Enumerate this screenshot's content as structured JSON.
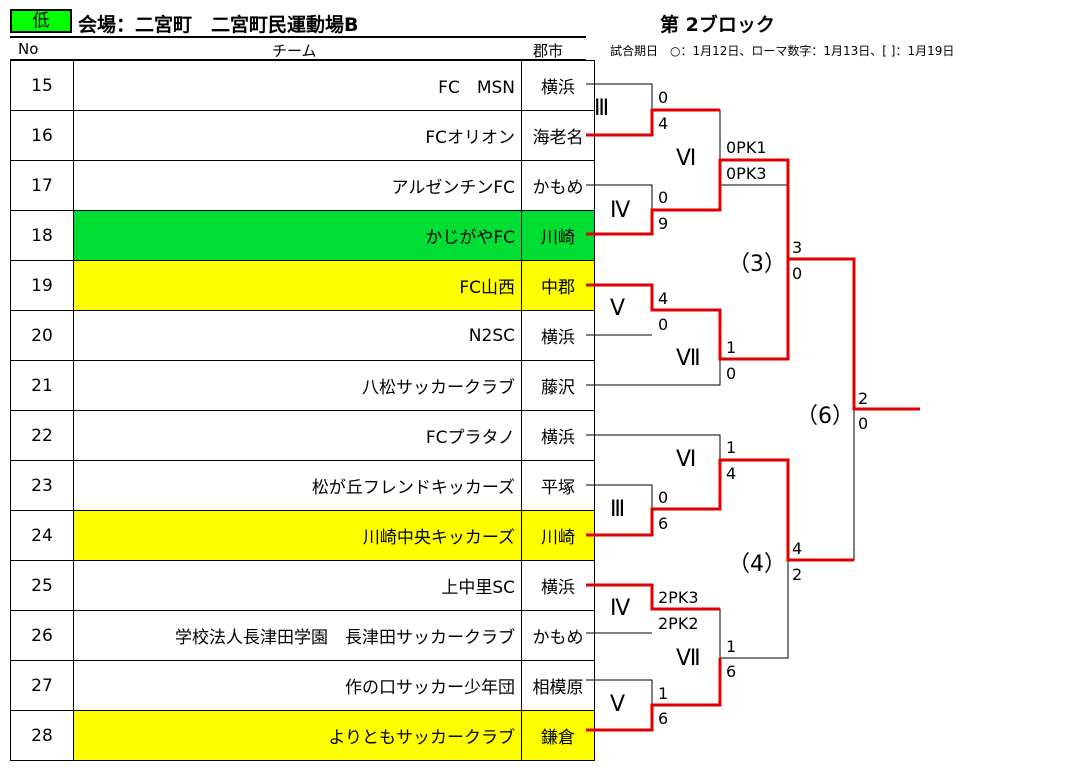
{
  "header": {
    "badge": "低",
    "venue": "会場：二宮町　二宮町民運動場B",
    "block": "第 2ブロック",
    "legend": "試合期日　○：1月12日、ローマ数字：1月13日、[ ]：1月19日",
    "col_no": "No",
    "col_team": "チーム",
    "col_city": "郡市"
  },
  "colors": {
    "green": "#00dd33",
    "yellow": "#ffff00",
    "bracket_red": "#e00000"
  },
  "teams": [
    {
      "no": "15",
      "name": "FC　MSN",
      "city": "横浜",
      "hl": ""
    },
    {
      "no": "16",
      "name": "FCオリオン",
      "city": "海老名",
      "hl": ""
    },
    {
      "no": "17",
      "name": "アルゼンチンFC",
      "city": "かもめ",
      "hl": ""
    },
    {
      "no": "18",
      "name": "かじがやFC",
      "city": "川崎",
      "hl": "green"
    },
    {
      "no": "19",
      "name": "FC山西",
      "city": "中郡",
      "hl": "yellow"
    },
    {
      "no": "20",
      "name": "N2SC",
      "city": "横浜",
      "hl": ""
    },
    {
      "no": "21",
      "name": "八松サッカークラブ",
      "city": "藤沢",
      "hl": ""
    },
    {
      "no": "22",
      "name": "FCプラタノ",
      "city": "横浜",
      "hl": ""
    },
    {
      "no": "23",
      "name": "松が丘フレンドキッカーズ",
      "city": "平塚",
      "hl": ""
    },
    {
      "no": "24",
      "name": "川崎中央キッカーズ",
      "city": "川崎",
      "hl": "yellow"
    },
    {
      "no": "25",
      "name": "上中里SC",
      "city": "横浜",
      "hl": ""
    },
    {
      "no": "26",
      "name": "学校法人長津田学園　長津田サッカークラブ",
      "city": "かもめ",
      "hl": ""
    },
    {
      "no": "27",
      "name": "作の口サッカー少年団",
      "city": "相模原",
      "hl": ""
    },
    {
      "no": "28",
      "name": "よりともサッカークラブ",
      "city": "鎌倉",
      "hl": "yellow"
    }
  ],
  "bracket": {
    "rounds": [
      "Ⅲ",
      "Ⅵ",
      "Ⅳ",
      "Ⅴ",
      "Ⅶ",
      "Ⅵ",
      "Ⅲ",
      "Ⅳ",
      "Ⅶ",
      "Ⅴ"
    ],
    "parens": [
      "（3）",
      "（4）",
      "（6）"
    ],
    "scores": [
      "0",
      "4",
      "0PK1",
      "0PK3",
      "0",
      "9",
      "3",
      "0",
      "4",
      "0",
      "1",
      "0",
      "2",
      "0",
      "1",
      "4",
      "0",
      "6",
      "4",
      "2",
      "2PK3",
      "2PK2",
      "1",
      "6",
      "1",
      "6"
    ]
  }
}
